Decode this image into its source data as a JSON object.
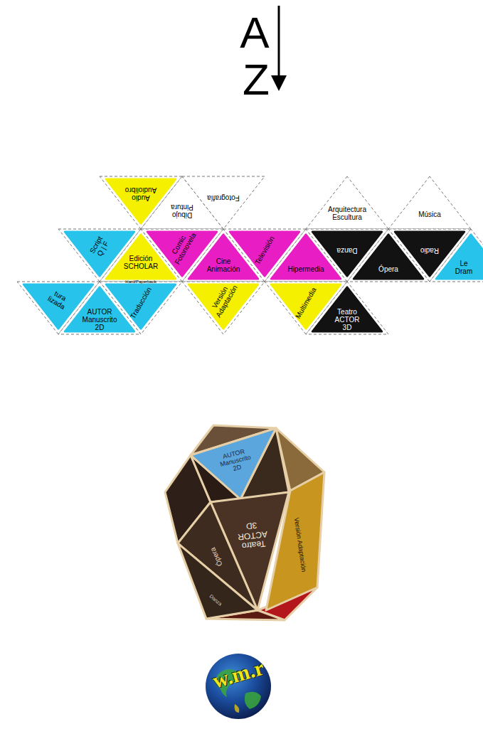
{
  "diagram": {
    "nodes": [
      {
        "text": [
          "Audio Audiolibro"
        ]
      },
      {
        "text": [
          "Dibujo Pintura"
        ]
      },
      {
        "text": [
          "Fotografía"
        ]
      },
      {
        "text": [
          "Arquitectura Escultura"
        ]
      },
      {
        "text": [
          "Música"
        ]
      },
      {
        "text": [
          "Script Q | F"
        ]
      },
      {
        "text": [
          "Edición SCHOLAR",
          "Hard/Paperback"
        ]
      },
      {
        "text": [
          "Comic Fotonovela"
        ]
      },
      {
        "text": [
          "Cine Animación"
        ]
      },
      {
        "text": [
          "Televisión"
        ]
      },
      {
        "text": [
          "Hipermedia"
        ]
      },
      {
        "text": [
          "Danza"
        ]
      },
      {
        "text": [
          "Ópera"
        ]
      },
      {
        "text": [
          "Radio"
        ]
      },
      {
        "text": [
          "Le Dram"
        ]
      },
      {
        "text": [
          "tura lizada"
        ]
      },
      {
        "text": [
          "Traducción"
        ]
      },
      {
        "text": [
          "AUTOR Manuscrito 2D"
        ]
      },
      {
        "text": [
          "Versión Adaptación"
        ]
      },
      {
        "text": [
          "Multimedia"
        ]
      },
      {
        "text": [
          "Teatro ACTOR 3D"
        ]
      },
      {
        "text": [
          "AUTOR Manuscrito 2D"
        ]
      },
      {
        "text": [
          "Teatro ACTOR 3D"
        ]
      },
      {
        "text": [
          "Versión Adaptación"
        ]
      },
      {
        "text": [
          "Ópera"
        ]
      },
      {
        "text": [
          "Danza"
        ]
      }
    ],
    "labels": [
      "A",
      "Z",
      "w.m.r"
    ]
  }
}
